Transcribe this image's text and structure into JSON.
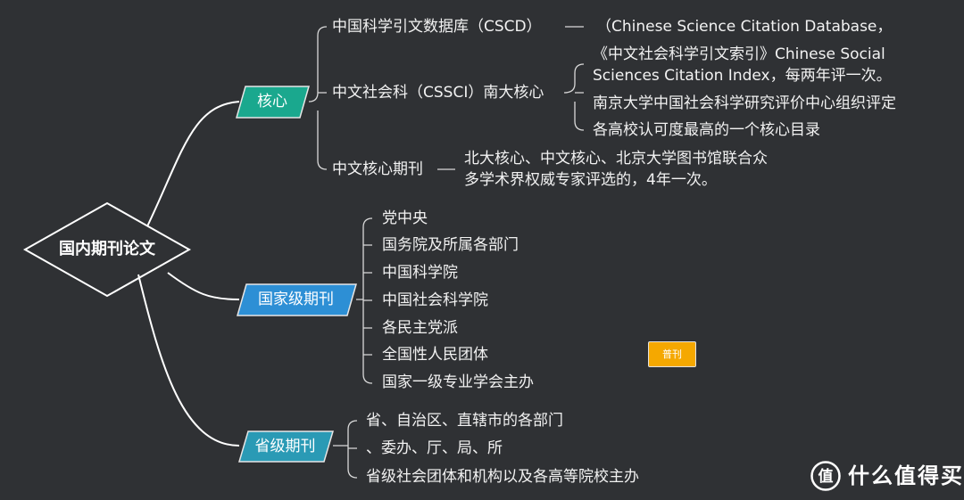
{
  "root": {
    "label": "国内期刊论文"
  },
  "branches": [
    {
      "label": "核心",
      "color": "#1aa88e",
      "children": [
        {
          "label": "中国科学引文数据库（CSCD）",
          "note": [
            "（Chinese Science Citation Database，"
          ]
        },
        {
          "label": "中文社会科（CSSCI）南大核心",
          "notes": [
            [
              "《中文社会科学引文索引》Chinese Social",
              "Sciences Citation Index，每两年评一次。"
            ],
            [
              "南京大学中国社会科学研究评价中心组织评定"
            ],
            [
              "各高校认可度最高的一个核心目录"
            ]
          ]
        },
        {
          "label": "中文核心期刊",
          "note": [
            "北大核心、中文核心、北京大学图书馆联合众",
            "多学术界权威专家评选的，4年一次。"
          ]
        }
      ]
    },
    {
      "label": "国家级期刊",
      "color": "#2d8fd5",
      "children": [
        "党中央",
        "国务院及所属各部门",
        "中国科学院",
        "中国社会科学院",
        "各民主党派",
        "全国性人民团体",
        "国家一级专业学会主办"
      ]
    },
    {
      "label": "省级期刊",
      "color": "#2a9ab5",
      "children": [
        "省、自治区、直辖市的各部门",
        "、委办、厅、局、所",
        "省级社会团体和机构以及各高等院校主办"
      ]
    }
  ],
  "badge": {
    "label": "普刊",
    "color": "#f5a800"
  },
  "watermark": {
    "text": "什么值得买",
    "icon": "zhi-logo-icon"
  },
  "colors": {
    "background": "#2f3134",
    "line": "#ffffff",
    "text": "#f2f2f2"
  }
}
